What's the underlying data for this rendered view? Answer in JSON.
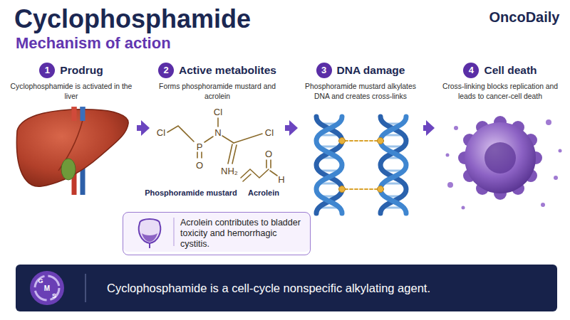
{
  "diagram": {
    "title": "Cyclophosphamide",
    "nodes": [
      {
        "text": [
          "1",
          "Prodrug",
          "Cyclophosphamide is activated in the liver"
        ]
      },
      {
        "text": [
          "2",
          "Active metabolites",
          "Forms phosphoramide mustard and acrolein"
        ]
      },
      {
        "text": [
          "3",
          "DNA damage",
          "Phosphoramide mustard alkylates DNA and creates cross-links"
        ]
      },
      {
        "text": [
          "4",
          "Cell death",
          "Cross-linking blocks replication and leads to cancer-cell death"
        ]
      },
      {
        "text": [
          "Acrolein contributes to bladder toxicity and hemorrhagic cystitis."
        ]
      },
      {
        "text": [
          "Cyclophosphamide is a cell-cycle nonspecific alkylating agent."
        ]
      }
    ],
    "edges": [
      {
        "from": 0,
        "to": 1,
        "arrow": "to"
      },
      {
        "from": 1,
        "to": 2,
        "arrow": "to"
      },
      {
        "from": 2,
        "to": 3,
        "arrow": "to"
      }
    ],
    "labels": [
      "OncoDaily",
      "Mechanism of action",
      "Cl",
      "Cl",
      "N",
      "P",
      "Cl",
      "O",
      "NH₂",
      "O",
      "H",
      "Phosphoramide mustard",
      "Acrolein",
      "G",
      "M",
      "S"
    ]
  }
}
